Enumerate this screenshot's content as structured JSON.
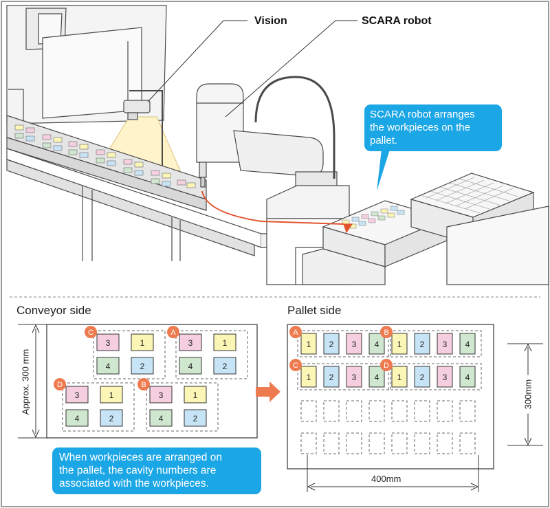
{
  "callouts": {
    "vision": "Vision",
    "scara": "SCARA robot"
  },
  "speech_top": {
    "lines": [
      "SCARA robot arranges",
      "the workpieces on the",
      "pallet."
    ]
  },
  "conveyor_section": {
    "title": "Conveyor side",
    "dimension_label": "Approx. 300 mm",
    "groups": [
      {
        "marker": "C",
        "top": [
          "3",
          "1"
        ],
        "bottom": [
          "4",
          "2"
        ]
      },
      {
        "marker": "A",
        "top": [
          "3",
          "1"
        ],
        "bottom": [
          "4",
          "2"
        ]
      },
      {
        "marker": "D",
        "top": [
          "3",
          "1"
        ],
        "bottom": [
          "4",
          "2"
        ]
      },
      {
        "marker": "B",
        "top": [
          "3",
          "1"
        ],
        "bottom": [
          "4",
          "2"
        ]
      }
    ]
  },
  "pallet_section": {
    "title": "Pallet side",
    "width_label": "400mm",
    "height_label": "300mm",
    "rows": [
      {
        "markers": [
          "A",
          "B"
        ],
        "cells": [
          "1",
          "2",
          "3",
          "4",
          "1",
          "2",
          "3",
          "4"
        ]
      },
      {
        "markers": [
          "C",
          "D"
        ],
        "cells": [
          "1",
          "2",
          "3",
          "4",
          "1",
          "2",
          "3",
          "4"
        ]
      }
    ],
    "empty_rows": 2,
    "cells_per_row": 8
  },
  "speech_bottom": {
    "lines": [
      "When workpieces are arranged on",
      "the pallet, the cavity numbers are",
      "associated with the workpieces."
    ]
  },
  "colors": {
    "cell_1": "#fbf5b6",
    "cell_2": "#c7e4f6",
    "cell_3": "#f5cfe0",
    "cell_4": "#cfe6cf",
    "marker": "#ee7b4f",
    "arrow": "#ee7b4f",
    "bubble": "#1ba6e6",
    "path": "#e2532c"
  }
}
